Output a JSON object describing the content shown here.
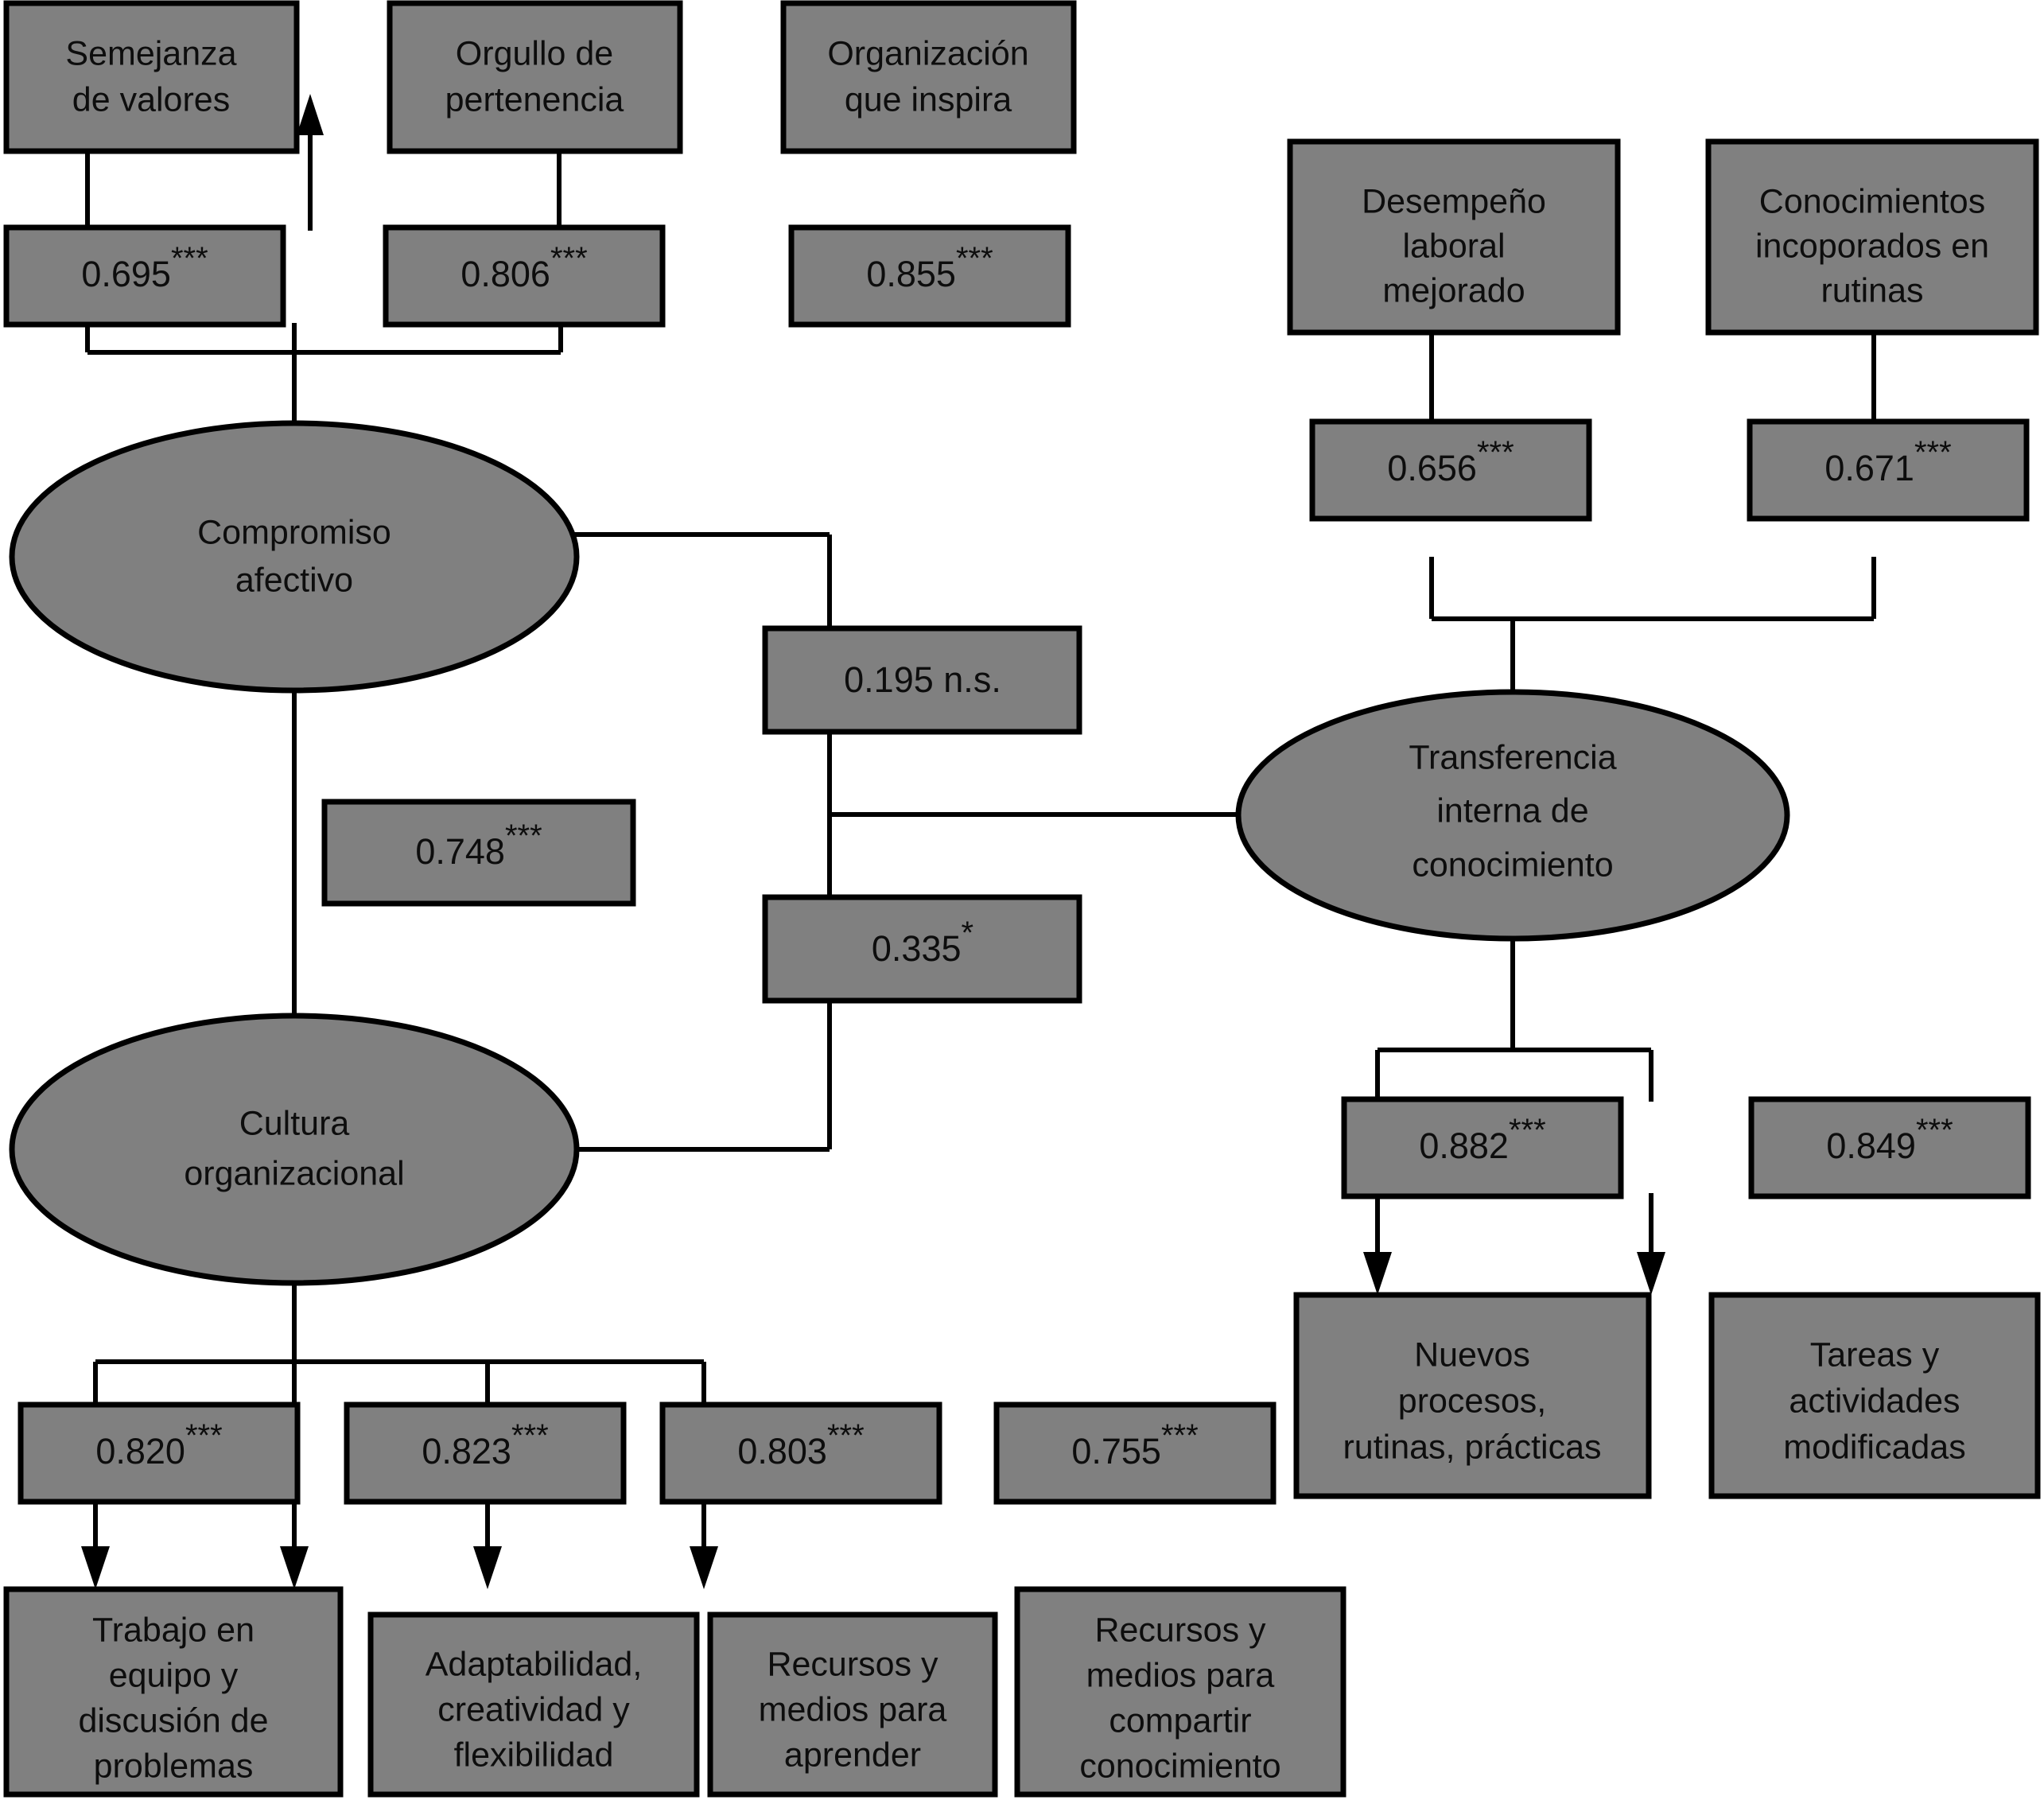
{
  "diagram": {
    "type": "structural-equation-model-path-diagram",
    "language": "es",
    "fill_color": "#808080",
    "stroke_color": "#000000",
    "background_color": "#ffffff"
  },
  "latent_variables": [
    {
      "id": "compromiso",
      "label_line1": "Compromiso",
      "label_line2": "afectivo",
      "label_line3": ""
    },
    {
      "id": "cultura",
      "label_line1": "Cultura",
      "label_line2": "organizacional",
      "label_line3": ""
    },
    {
      "id": "transferencia",
      "label_line1": "Transferencia",
      "label_line2": "interna de",
      "label_line3": "conocimiento"
    }
  ],
  "indicators": {
    "compromiso": [
      {
        "id": "semejanza",
        "line1": "Semejanza",
        "line2": "de valores",
        "line3": ""
      },
      {
        "id": "orgullo",
        "line1": "Orgullo de",
        "line2": "pertenencia",
        "line3": ""
      },
      {
        "id": "inspira",
        "line1": "Organización",
        "line2": "que inspira",
        "line3": ""
      }
    ],
    "transferencia_top": [
      {
        "id": "desempeno",
        "line1": "Desempeño",
        "line2": "laboral",
        "line3": "mejorado"
      },
      {
        "id": "conocimientos",
        "line1": "Conocimientos",
        "line2": "incoporados en",
        "line3": "rutinas"
      }
    ],
    "transferencia_bottom": [
      {
        "id": "nuevos",
        "line1": "Nuevos",
        "line2": "procesos,",
        "line3": "rutinas, prácticas"
      },
      {
        "id": "tareas",
        "line1": "Tareas y",
        "line2": "actividades",
        "line3": "modificadas"
      }
    ],
    "cultura": [
      {
        "id": "trabajo",
        "line1": "Trabajo en",
        "line2": "equipo y",
        "line3": "discusión de",
        "line4": "problemas"
      },
      {
        "id": "adaptabilidad",
        "line1": "Adaptabilidad,",
        "line2": "creatividad y",
        "line3": "flexibilidad",
        "line4": ""
      },
      {
        "id": "recursos-aprender",
        "line1": "Recursos y",
        "line2": "medios para",
        "line3": "aprender",
        "line4": ""
      },
      {
        "id": "recursos-compartir",
        "line1": "Recursos y",
        "line2": "medios para",
        "line3": "compartir",
        "line4": "conocimiento"
      }
    ]
  },
  "coefficients": [
    {
      "id": "coef-semejanza",
      "value": "0.695",
      "sig": "***",
      "from": "compromiso",
      "to": "semejanza"
    },
    {
      "id": "coef-orgullo",
      "value": "0.806",
      "sig": "***",
      "from": "compromiso",
      "to": "orgullo"
    },
    {
      "id": "coef-inspira",
      "value": "0.855",
      "sig": "***",
      "from": "compromiso",
      "to": "inspira"
    },
    {
      "id": "coef-desempeno",
      "value": "0.656",
      "sig": "***",
      "from": "transferencia",
      "to": "desempeno"
    },
    {
      "id": "coef-conocimientos",
      "value": "0.671",
      "sig": "***",
      "from": "transferencia",
      "to": "conocimientos"
    },
    {
      "id": "coef-compromiso-transferencia",
      "value": "0.195",
      "sig": " n.s.",
      "from": "compromiso",
      "to": "transferencia"
    },
    {
      "id": "coef-cultura-compromiso",
      "value": "0.748",
      "sig": "***",
      "from": "cultura",
      "to": "compromiso"
    },
    {
      "id": "coef-cultura-transferencia",
      "value": "0.335",
      "sig": "*",
      "from": "cultura",
      "to": "transferencia"
    },
    {
      "id": "coef-nuevos",
      "value": "0.882",
      "sig": "***",
      "from": "transferencia",
      "to": "nuevos"
    },
    {
      "id": "coef-tareas",
      "value": "0.849",
      "sig": "***",
      "from": "transferencia",
      "to": "tareas"
    },
    {
      "id": "coef-trabajo",
      "value": "0.820",
      "sig": "***",
      "from": "cultura",
      "to": "trabajo"
    },
    {
      "id": "coef-adaptabilidad",
      "value": "0.823",
      "sig": "***",
      "from": "cultura",
      "to": "adaptabilidad"
    },
    {
      "id": "coef-recursos-aprender",
      "value": "0.803",
      "sig": "***",
      "from": "cultura",
      "to": "recursos-aprender"
    },
    {
      "id": "coef-recursos-compartir",
      "value": "0.755",
      "sig": "***",
      "from": "cultura",
      "to": "recursos-compartir"
    }
  ],
  "chart_data": {
    "type": "diagram",
    "title": "",
    "nodes": [
      "Semejanza de valores",
      "Orgullo de pertenencia",
      "Organización que inspira",
      "Desempeño laboral mejorado",
      "Conocimientos incoporados en rutinas",
      "Compromiso afectivo",
      "Cultura organizacional",
      "Transferencia interna de conocimiento",
      "Nuevos procesos, rutinas, prácticas",
      "Tareas y actividades modificadas",
      "Trabajo en equipo y discusión de problemas",
      "Adaptabilidad, creatividad y flexibilidad",
      "Recursos y medios para aprender",
      "Recursos y medios para compartir conocimiento"
    ],
    "edges": [
      {
        "from": "Compromiso afectivo",
        "to": "Semejanza de valores",
        "value": 0.695,
        "sig": "***"
      },
      {
        "from": "Compromiso afectivo",
        "to": "Orgullo de pertenencia",
        "value": 0.806,
        "sig": "***"
      },
      {
        "from": "Compromiso afectivo",
        "to": "Organización que inspira",
        "value": 0.855,
        "sig": "***"
      },
      {
        "from": "Transferencia interna de conocimiento",
        "to": "Desempeño laboral mejorado",
        "value": 0.656,
        "sig": "***"
      },
      {
        "from": "Transferencia interna de conocimiento",
        "to": "Conocimientos incoporados en rutinas",
        "value": 0.671,
        "sig": "***"
      },
      {
        "from": "Compromiso afectivo",
        "to": "Transferencia interna de conocimiento",
        "value": 0.195,
        "sig": "n.s."
      },
      {
        "from": "Cultura organizacional",
        "to": "Compromiso afectivo",
        "value": 0.748,
        "sig": "***"
      },
      {
        "from": "Cultura organizacional",
        "to": "Transferencia interna de conocimiento",
        "value": 0.335,
        "sig": "*"
      },
      {
        "from": "Transferencia interna de conocimiento",
        "to": "Nuevos procesos, rutinas, prácticas",
        "value": 0.882,
        "sig": "***"
      },
      {
        "from": "Transferencia interna de conocimiento",
        "to": "Tareas y actividades modificadas",
        "value": 0.849,
        "sig": "***"
      },
      {
        "from": "Cultura organizacional",
        "to": "Trabajo en equipo y discusión de problemas",
        "value": 0.82,
        "sig": "***"
      },
      {
        "from": "Cultura organizacional",
        "to": "Adaptabilidad, creatividad y flexibilidad",
        "value": 0.823,
        "sig": "***"
      },
      {
        "from": "Cultura organizacional",
        "to": "Recursos y medios para aprender",
        "value": 0.803,
        "sig": "***"
      },
      {
        "from": "Cultura organizacional",
        "to": "Recursos y medios para compartir conocimiento",
        "value": 0.755,
        "sig": "***"
      }
    ]
  }
}
